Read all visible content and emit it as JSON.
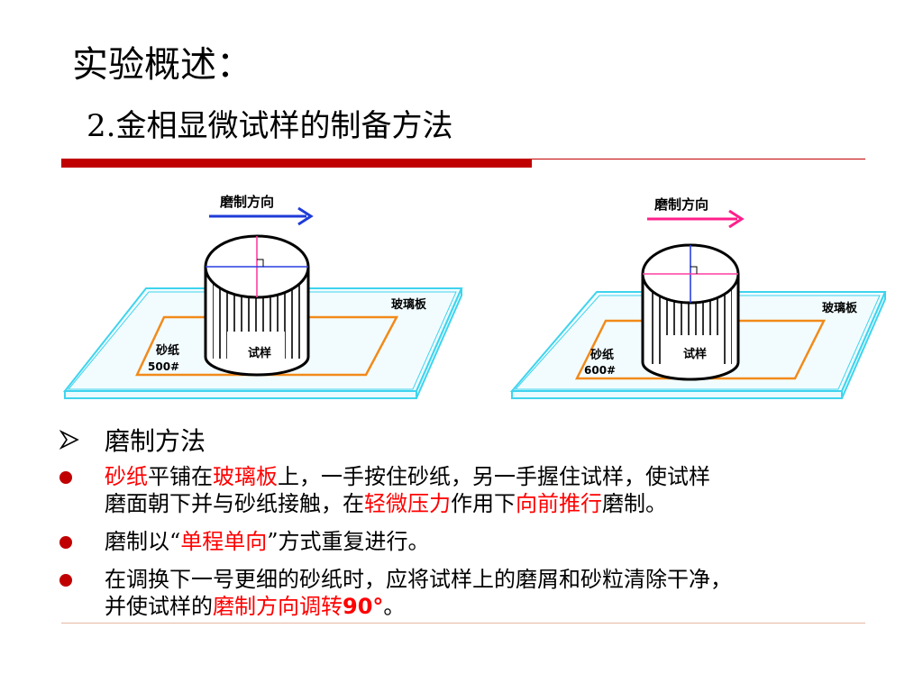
{
  "title": "实验概述：",
  "subtitle": "2.金相显微试样的制备方法",
  "diagram_left": {
    "direction_label": "磨制方向",
    "plate_label": "玻璃板",
    "paper_label": "砂纸",
    "grit_label": "500#",
    "sample_label": "试样",
    "arrow_color": "#1f3bd8"
  },
  "diagram_right": {
    "direction_label": "磨制方向",
    "plate_label": "玻璃板",
    "paper_label": "砂纸",
    "grit_label": "600#",
    "sample_label": "试样",
    "arrow_color": "#ff1f8a"
  },
  "heading": "磨制方法",
  "bullets": [
    {
      "line1": [
        {
          "text": "砂纸",
          "red": true
        },
        {
          "text": "平铺在",
          "red": false
        },
        {
          "text": "玻璃板",
          "red": true
        },
        {
          "text": "上，一手按住砂纸，另一手握住试样，使试样",
          "red": false
        }
      ],
      "line2": [
        {
          "text": "磨面朝下并与砂纸接触，在",
          "red": false
        },
        {
          "text": "轻微压力",
          "red": true
        },
        {
          "text": "作用下",
          "red": false
        },
        {
          "text": "向前推行",
          "red": true
        },
        {
          "text": "磨制。",
          "red": false
        }
      ]
    },
    {
      "line1": [
        {
          "text": "磨制以“",
          "red": false
        },
        {
          "text": "单程单向",
          "red": true
        },
        {
          "text": "”方式重复进行。",
          "red": false
        }
      ]
    },
    {
      "line1": [
        {
          "text": "在调换下一号更细的砂纸时，应将试样上的磨屑和砂粒清除干净，",
          "red": false
        }
      ],
      "line2": [
        {
          "text": "并使试样的",
          "red": false
        },
        {
          "text": "磨制方向调转",
          "red": true
        },
        {
          "text": "90°",
          "red": true,
          "bold": true
        },
        {
          "text": "。",
          "red": false
        }
      ]
    }
  ],
  "colors": {
    "accent": "#c00000",
    "emphasis": "#ff0000",
    "plate": "#3fd4ee",
    "paper": "#f28a1a"
  }
}
